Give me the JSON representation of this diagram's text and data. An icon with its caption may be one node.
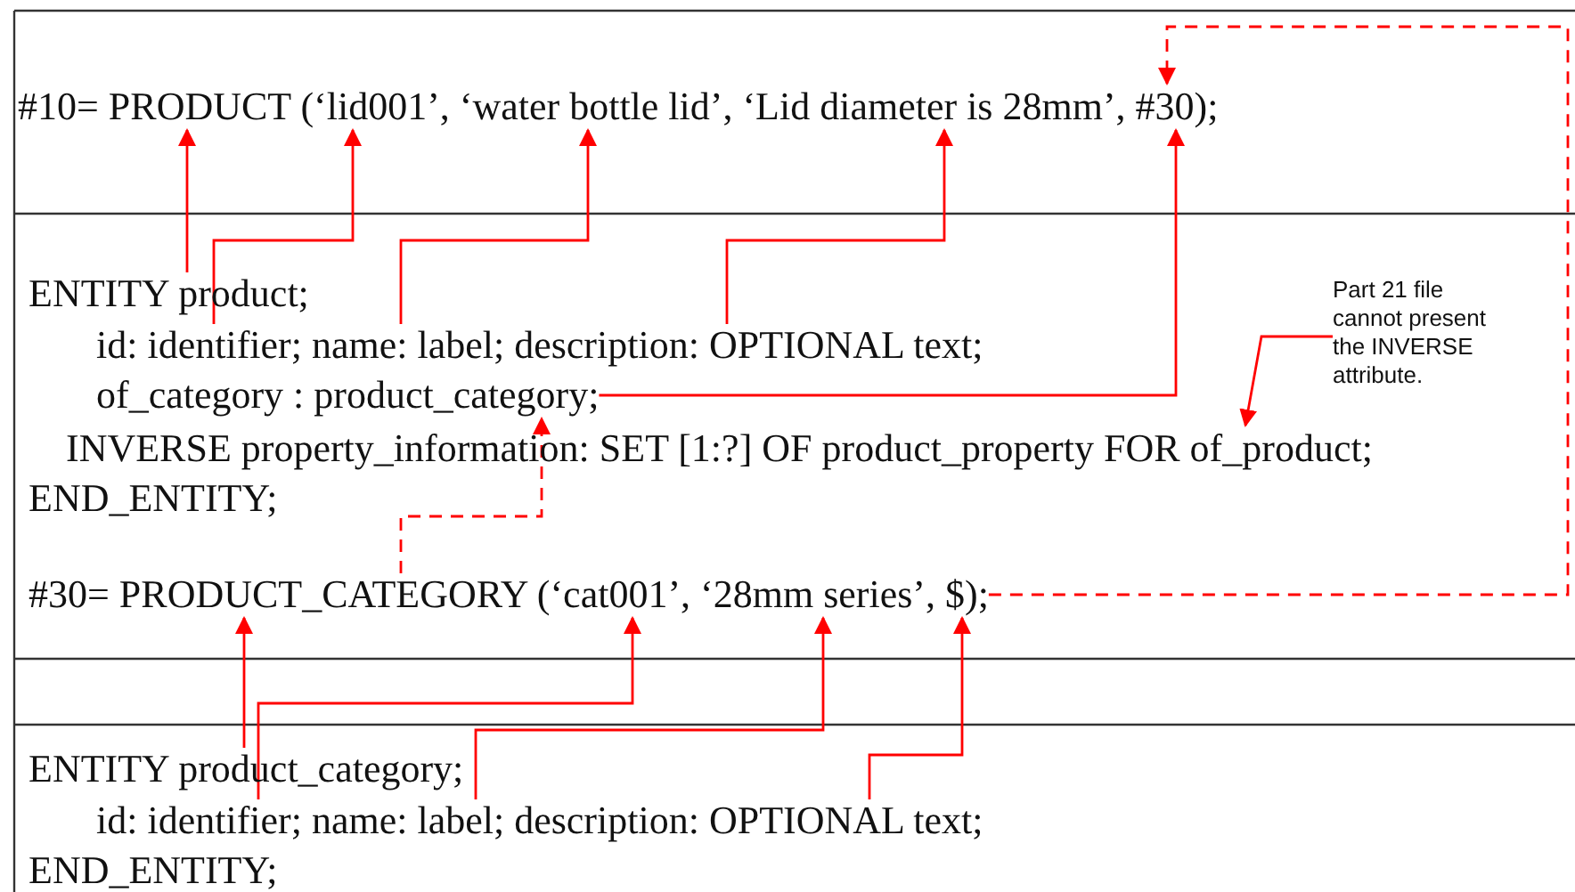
{
  "diagram": {
    "nodes": [
      {
        "text": [
          "#10= PRODUCT (‘lid001’, ‘water bottle lid’, ‘Lid diameter is 28mm’, #30);"
        ]
      },
      {
        "text": [
          "ENTITY product;"
        ]
      },
      {
        "text": [
          "id: identifier; name: label; description: OPTIONAL text;"
        ]
      },
      {
        "text": [
          "of_category : product_category;"
        ]
      },
      {
        "text": [
          "INVERSE property_information: SET [1:?] OF product_property FOR of_product;"
        ]
      },
      {
        "text": [
          "END_ENTITY;"
        ]
      },
      {
        "text": [
          "#30= PRODUCT_CATEGORY (‘cat001’, ‘28mm series’, $);"
        ]
      },
      {
        "text": [
          "ENTITY product_category;"
        ]
      },
      {
        "text": [
          "id: identifier; name: label; description: OPTIONAL text;"
        ]
      },
      {
        "text": [
          "END_ENTITY;"
        ]
      },
      {
        "text": [
          "Part 21 file cannot present the INVERSE attribute."
        ]
      }
    ],
    "edges": [
      {
        "from": 1,
        "to": 0,
        "arrow": "to"
      },
      {
        "from": 2,
        "to": 0,
        "arrow": "to"
      },
      {
        "from": 2,
        "to": 0,
        "arrow": "to"
      },
      {
        "from": 2,
        "to": 0,
        "arrow": "to"
      },
      {
        "from": 3,
        "to": 0,
        "arrow": "to"
      },
      {
        "from": 6,
        "to": 0,
        "arrow": "to",
        "style": "dashed"
      },
      {
        "from": 6,
        "to": 3,
        "arrow": "to",
        "style": "dashed"
      },
      {
        "from": 7,
        "to": 6,
        "arrow": "to"
      },
      {
        "from": 8,
        "to": 6,
        "arrow": "to"
      },
      {
        "from": 8,
        "to": 6,
        "arrow": "to"
      },
      {
        "from": 8,
        "to": 6,
        "arrow": "to"
      },
      {
        "from": 10,
        "to": 4,
        "arrow": "to"
      }
    ]
  }
}
